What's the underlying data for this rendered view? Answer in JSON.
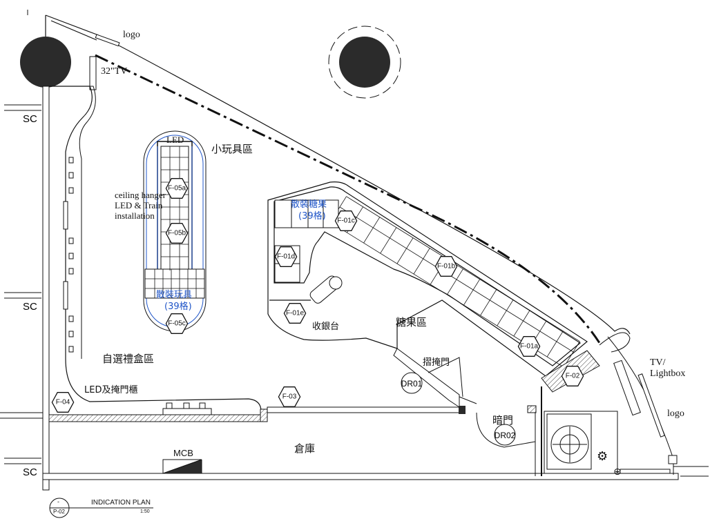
{
  "labels": {
    "logo_top": "logo",
    "tv32": "32\"TV",
    "led": "LED",
    "toy_zone": "小玩具區",
    "ceiling_hanger": "ceiling hanger",
    "led_train": "LED & Train",
    "installation": "installation",
    "loose_candy": "散裝糖果",
    "loose_candy_count": "(39格)",
    "loose_toy": "散裝玩具",
    "loose_toy_count": "(39格)",
    "gift_box_zone": "自選禮盒區",
    "led_cabinet": "LED及掩門櫃",
    "cashier": "收銀台",
    "candy_zone": "糖果區",
    "folding_door": "摺掩門",
    "hidden_door": "暗門",
    "storage": "倉庫",
    "mcb": "MCB",
    "tv_lightbox_1": "TV/",
    "tv_lightbox_2": "Lightbox",
    "logo_right": "logo",
    "plan_title": "INDICATION PLAN",
    "plan_scale": "1:50",
    "plan_ref": "P-02",
    "plan_dash": "-"
  },
  "sc": [
    "SC",
    "SC",
    "SC"
  ],
  "tags": {
    "f05a": "F-05a",
    "f05b": "F-05b",
    "f05c": "F-05c",
    "f01a": "F-01a",
    "f01b": "F-01b",
    "f01c": "F-01c",
    "f01d": "F-01d",
    "f01e": "F-01e",
    "f02": "F-02",
    "f03": "F-03",
    "f04": "F-04"
  },
  "doors": {
    "dr01": "DR01",
    "dr02": "DR02"
  },
  "colors": {
    "line": "#111111",
    "blue": "#1f55c8",
    "column": "#2b2b2b",
    "hatch": "#444444"
  }
}
